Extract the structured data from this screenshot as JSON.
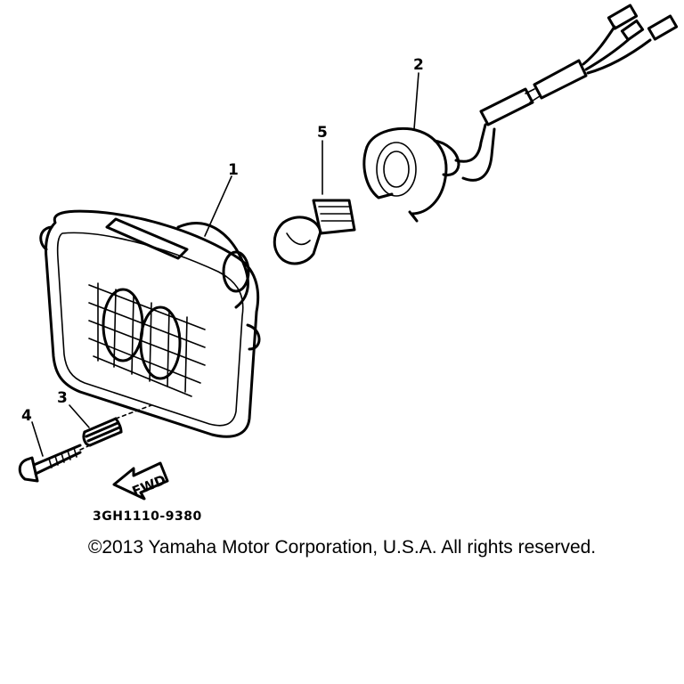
{
  "diagram": {
    "callouts": [
      {
        "id": "1",
        "label": "1"
      },
      {
        "id": "2",
        "label": "2"
      },
      {
        "id": "3",
        "label": "3"
      },
      {
        "id": "4",
        "label": "4"
      },
      {
        "id": "5",
        "label": "5"
      }
    ],
    "direction_label": "FWD",
    "drawing_code": "3GH1110-9380"
  },
  "footer": {
    "copyright": "©2013 Yamaha Motor Corporation, U.S.A. All rights reserved."
  }
}
